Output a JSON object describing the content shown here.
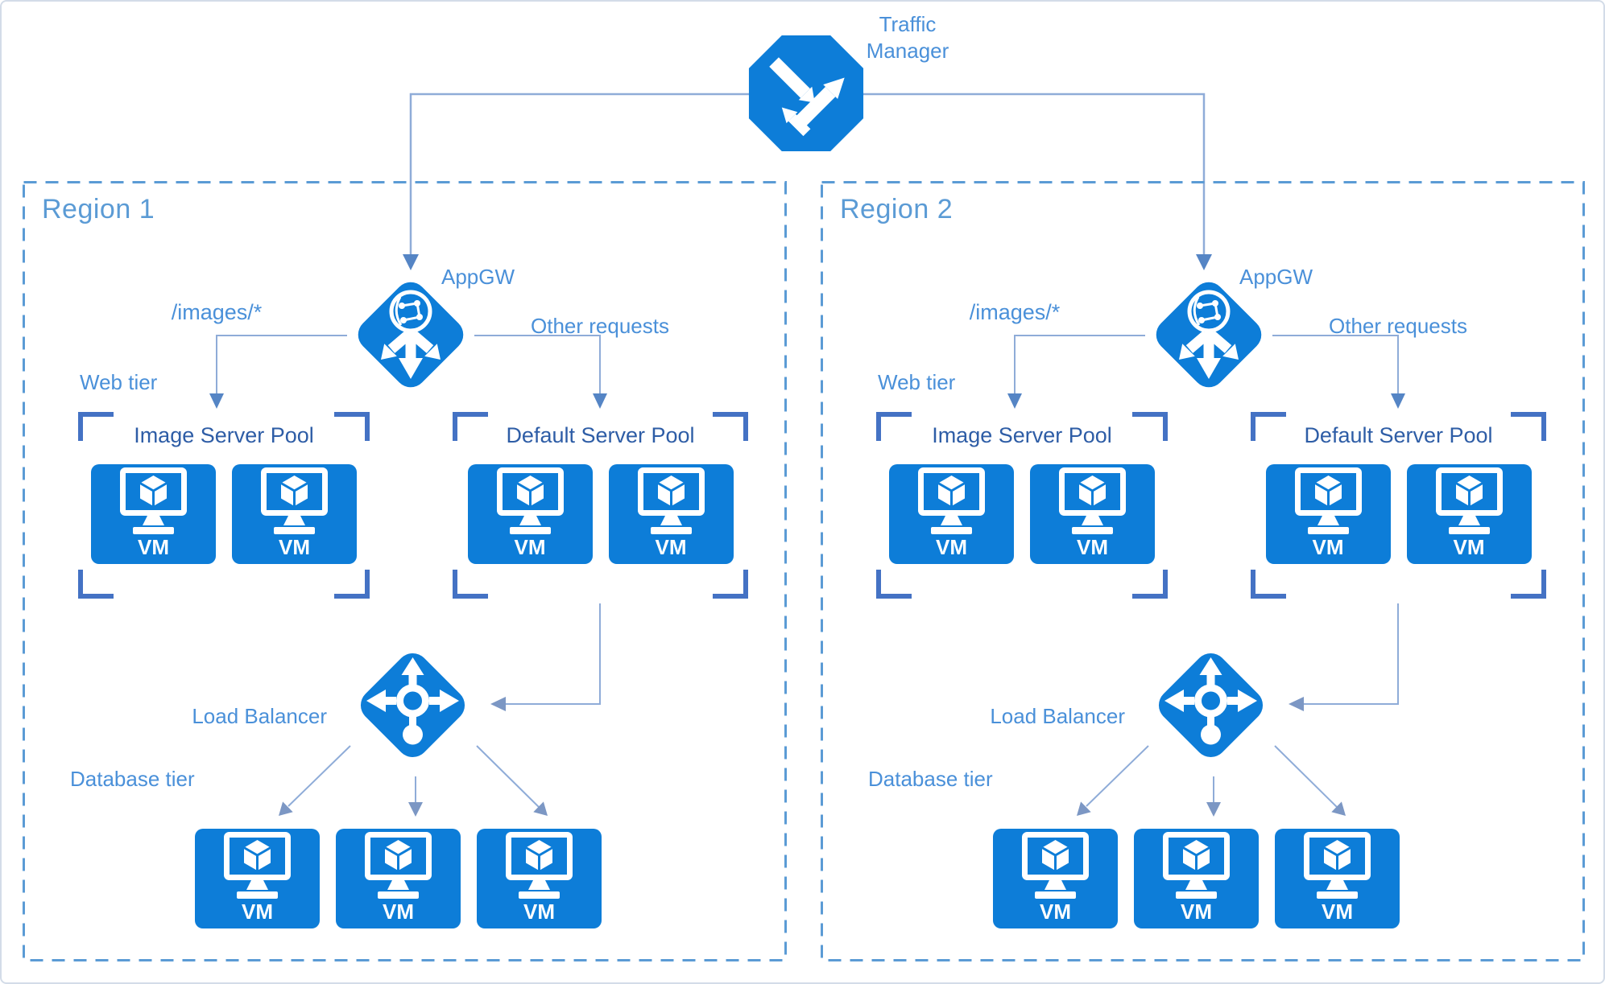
{
  "palette": {
    "icon_blue": "#0D7DD8",
    "region_blue": "#5B9BD5",
    "bracket_blue": "#4472C4",
    "pool_label_blue": "#2E5DA6",
    "annotation_blue": "#4A90D9",
    "connector_blue": "#8FACD8",
    "arrowhead_blue": "#5585C5",
    "arrowhead_soft_blue": "#7C97C4",
    "canvas_border": "#D3DCE8"
  },
  "diagram": {
    "traffic_manager": {
      "label": "Traffic Manager"
    },
    "regions": [
      {
        "label": "Region 1",
        "appgw_label": "AppGW",
        "images_route_label": "/images/*",
        "other_requests_label": "Other requests",
        "web_tier_label": "Web tier",
        "database_tier_label": "Database tier",
        "load_balancer_label": "Load Balancer",
        "image_pool": {
          "label": "Image Server Pool",
          "vms": [
            "VM",
            "VM"
          ]
        },
        "default_pool": {
          "label": "Default Server Pool",
          "vms": [
            "VM",
            "VM"
          ]
        },
        "database_vms": [
          "VM",
          "VM",
          "VM"
        ]
      },
      {
        "label": "Region 2",
        "appgw_label": "AppGW",
        "images_route_label": "/images/*",
        "other_requests_label": "Other requests",
        "web_tier_label": "Web tier",
        "database_tier_label": "Database tier",
        "load_balancer_label": "Load Balancer",
        "image_pool": {
          "label": "Image Server Pool",
          "vms": [
            "VM",
            "VM"
          ]
        },
        "default_pool": {
          "label": "Default Server Pool",
          "vms": [
            "VM",
            "VM"
          ]
        },
        "database_vms": [
          "VM",
          "VM",
          "VM"
        ]
      }
    ]
  }
}
